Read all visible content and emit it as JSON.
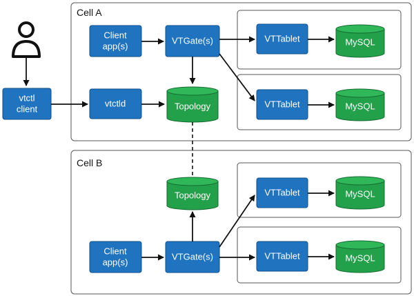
{
  "cells": {
    "a": {
      "label": "Cell A"
    },
    "b": {
      "label": "Cell B"
    }
  },
  "user": {
    "icon": "person-icon"
  },
  "nodes": {
    "vtctl_client": [
      "vtctl",
      "client"
    ],
    "vtctld": "vtctld",
    "cell_a": {
      "client_apps": [
        "Client",
        "app(s)"
      ],
      "vtgate": "VTGate(s)",
      "topology": "Topology",
      "tablet_1": "VTTablet",
      "mysql_1": "MySQL",
      "tablet_2": "VTTablet",
      "mysql_2": "MySQL"
    },
    "cell_b": {
      "client_apps": [
        "Client",
        "app(s)"
      ],
      "vtgate": "VTGate(s)",
      "topology": "Topology",
      "tablet_1": "VTTablet",
      "mysql_1": "MySQL",
      "tablet_2": "VTTablet",
      "mysql_2": "MySQL"
    }
  },
  "colors": {
    "process_blue": "#1f73bf",
    "storage_green": "#23a04a"
  }
}
